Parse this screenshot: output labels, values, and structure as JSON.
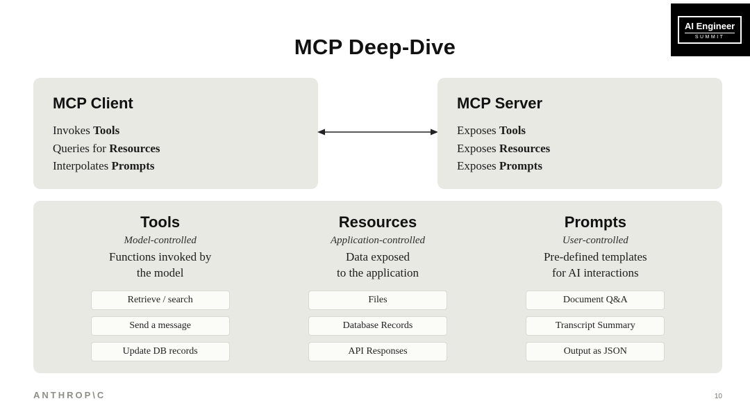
{
  "slide": {
    "title": "MCP Deep-Dive",
    "page_number": "10",
    "footer_logo": "ANTHROP\\C"
  },
  "badge": {
    "line1": "AI Engineer",
    "line2": "SUMMIT"
  },
  "client_box": {
    "title": "MCP Client",
    "lines": [
      {
        "prefix": "Invokes ",
        "bold": "Tools"
      },
      {
        "prefix": "Queries for ",
        "bold": "Resources"
      },
      {
        "prefix": "Interpolates ",
        "bold": "Prompts"
      }
    ]
  },
  "server_box": {
    "title": "MCP Server",
    "lines": [
      {
        "prefix": "Exposes ",
        "bold": "Tools"
      },
      {
        "prefix": "Exposes ",
        "bold": "Resources"
      },
      {
        "prefix": "Exposes ",
        "bold": "Prompts"
      }
    ]
  },
  "columns": [
    {
      "title": "Tools",
      "subtitle": "Model-controlled",
      "desc_line1": "Functions invoked by",
      "desc_line2": "the model",
      "chips": [
        "Retrieve / search",
        "Send a message",
        "Update DB records"
      ]
    },
    {
      "title": "Resources",
      "subtitle": "Application-controlled",
      "desc_line1": "Data exposed",
      "desc_line2": "to the application",
      "chips": [
        "Files",
        "Database Records",
        "API Responses"
      ]
    },
    {
      "title": "Prompts",
      "subtitle": "User-controlled",
      "desc_line1": "Pre-defined templates",
      "desc_line2": "for AI interactions",
      "chips": [
        "Document Q&A",
        "Transcript Summary",
        "Output as JSON"
      ]
    }
  ],
  "colors": {
    "panel_bg": "#e9e9e3",
    "chip_bg": "#fbfbf8",
    "chip_border": "#d9d9d1",
    "badge_bg": "#000000",
    "text": "#161616",
    "footer_text": "#8e8e88"
  }
}
